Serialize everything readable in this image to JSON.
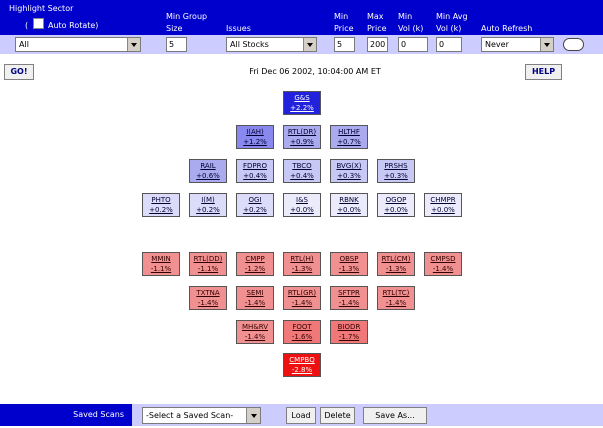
{
  "header": {
    "highlight_sector": "Highlight Sector",
    "auto_rotate": "Auto Rotate)",
    "auto_rotate_paren": "(",
    "min_group": "Min Group",
    "size": "Size",
    "issues": "Issues",
    "min": "Min",
    "price": "Price",
    "max": "Max",
    "max_price": "Price",
    "min_vol": "Min",
    "vol_k": "Vol (k)",
    "min_avg": "Min Avg",
    "avg_vol_k": "Vol (k)",
    "auto_refresh": "Auto Refresh"
  },
  "controls": {
    "sector": "All",
    "group_size": "5",
    "issues": "All Stocks",
    "min_price": "5",
    "max_price": "200",
    "min_vol": "0",
    "min_avg_vol": "0",
    "auto_refresh": "Never"
  },
  "buttons": {
    "go": "GO!",
    "help": "HELP"
  },
  "datetime": "Fri Dec 06 2002, 10:04:00 AM ET",
  "colors": {
    "header_bg": "#0000cc",
    "panel_bg": "#ccccff",
    "up_strong": "#2222dd",
    "up_mid": "#8888ee",
    "up_light": "#aaaaee",
    "up_faint": "#dcdcfa",
    "down_light": "#f09090",
    "down_strong": "#ee1111"
  },
  "tiles": [
    {
      "sym": "G&S",
      "chg": "+2.2%",
      "color": "#2222dd",
      "text": "#ffffff",
      "col": 4,
      "row": 0
    },
    {
      "sym": "I(AH)",
      "chg": "+1.2%",
      "color": "#8888ee",
      "text": "#000033",
      "col": 3,
      "row": 1
    },
    {
      "sym": "RTL(DR)",
      "chg": "+0.9%",
      "color": "#aaaaee",
      "text": "#000033",
      "col": 4,
      "row": 1
    },
    {
      "sym": "HLTHF",
      "chg": "+0.7%",
      "color": "#aaaaee",
      "text": "#000033",
      "col": 5,
      "row": 1
    },
    {
      "sym": "RAIL",
      "chg": "+0.6%",
      "color": "#aaaaee",
      "text": "#000033",
      "col": 2,
      "row": 2
    },
    {
      "sym": "FDPRO",
      "chg": "+0.4%",
      "color": "#c8c8f4",
      "text": "#000033",
      "col": 3,
      "row": 2
    },
    {
      "sym": "TBCO",
      "chg": "+0.4%",
      "color": "#c8c8f4",
      "text": "#000033",
      "col": 4,
      "row": 2
    },
    {
      "sym": "BVG(X)",
      "chg": "+0.3%",
      "color": "#c8c8f4",
      "text": "#000033",
      "col": 5,
      "row": 2
    },
    {
      "sym": "PRSHS",
      "chg": "+0.3%",
      "color": "#c8c8f4",
      "text": "#000033",
      "col": 6,
      "row": 2
    },
    {
      "sym": "PHTO",
      "chg": "+0.2%",
      "color": "#dcdcfa",
      "text": "#000033",
      "col": 1,
      "row": 3
    },
    {
      "sym": "I(M)",
      "chg": "+0.2%",
      "color": "#dcdcfa",
      "text": "#000033",
      "col": 2,
      "row": 3
    },
    {
      "sym": "OGI",
      "chg": "+0.2%",
      "color": "#dcdcfa",
      "text": "#000033",
      "col": 3,
      "row": 3
    },
    {
      "sym": "I&S",
      "chg": "+0.0%",
      "color": "#ebebfc",
      "text": "#000033",
      "col": 4,
      "row": 3
    },
    {
      "sym": "RBNK",
      "chg": "+0.0%",
      "color": "#ebebfc",
      "text": "#000033",
      "col": 5,
      "row": 3
    },
    {
      "sym": "OGOP",
      "chg": "+0.0%",
      "color": "#ebebfc",
      "text": "#000033",
      "col": 6,
      "row": 3
    },
    {
      "sym": "CHMPR",
      "chg": "+0.0%",
      "color": "#ebebfc",
      "text": "#000033",
      "col": 7,
      "row": 3
    },
    {
      "sym": "MMIN",
      "chg": "-1.1%",
      "color": "#f09090",
      "text": "#330000",
      "col": 1,
      "row": 4
    },
    {
      "sym": "RTL(DD)",
      "chg": "-1.1%",
      "color": "#f09090",
      "text": "#330000",
      "col": 2,
      "row": 4
    },
    {
      "sym": "CMPP",
      "chg": "-1.2%",
      "color": "#f09090",
      "text": "#330000",
      "col": 3,
      "row": 4
    },
    {
      "sym": "RTL(H)",
      "chg": "-1.3%",
      "color": "#f09090",
      "text": "#330000",
      "col": 4,
      "row": 4
    },
    {
      "sym": "OBSP",
      "chg": "-1.3%",
      "color": "#f09090",
      "text": "#330000",
      "col": 5,
      "row": 4
    },
    {
      "sym": "RTL(CM)",
      "chg": "-1.3%",
      "color": "#f09090",
      "text": "#330000",
      "col": 6,
      "row": 4
    },
    {
      "sym": "CMPSD",
      "chg": "-1.4%",
      "color": "#f09090",
      "text": "#330000",
      "col": 7,
      "row": 4
    },
    {
      "sym": "TXTNA",
      "chg": "-1.4%",
      "color": "#f09090",
      "text": "#330000",
      "col": 2,
      "row": 5
    },
    {
      "sym": "SEMI",
      "chg": "-1.4%",
      "color": "#f09090",
      "text": "#330000",
      "col": 3,
      "row": 5
    },
    {
      "sym": "RTL(GR)",
      "chg": "-1.4%",
      "color": "#f09090",
      "text": "#330000",
      "col": 4,
      "row": 5
    },
    {
      "sym": "SFTPR",
      "chg": "-1.4%",
      "color": "#f09090",
      "text": "#330000",
      "col": 5,
      "row": 5
    },
    {
      "sym": "RTL(TC)",
      "chg": "-1.4%",
      "color": "#f09090",
      "text": "#330000",
      "col": 6,
      "row": 5
    },
    {
      "sym": "MH&RV",
      "chg": "-1.4%",
      "color": "#f09090",
      "text": "#330000",
      "col": 3,
      "row": 6
    },
    {
      "sym": "FOOT",
      "chg": "-1.6%",
      "color": "#f07878",
      "text": "#330000",
      "col": 4,
      "row": 6
    },
    {
      "sym": "BIODR",
      "chg": "-1.7%",
      "color": "#f07878",
      "text": "#330000",
      "col": 5,
      "row": 6
    },
    {
      "sym": "CMPBQ",
      "chg": "-2.8%",
      "color": "#ee1111",
      "text": "#ffffff",
      "col": 4,
      "row": 7
    }
  ],
  "footer": {
    "saved_scans": "Saved Scans",
    "select_placeholder": "-Select a Saved Scan-",
    "load": "Load",
    "delete": "Delete",
    "save_as": "Save As..."
  }
}
